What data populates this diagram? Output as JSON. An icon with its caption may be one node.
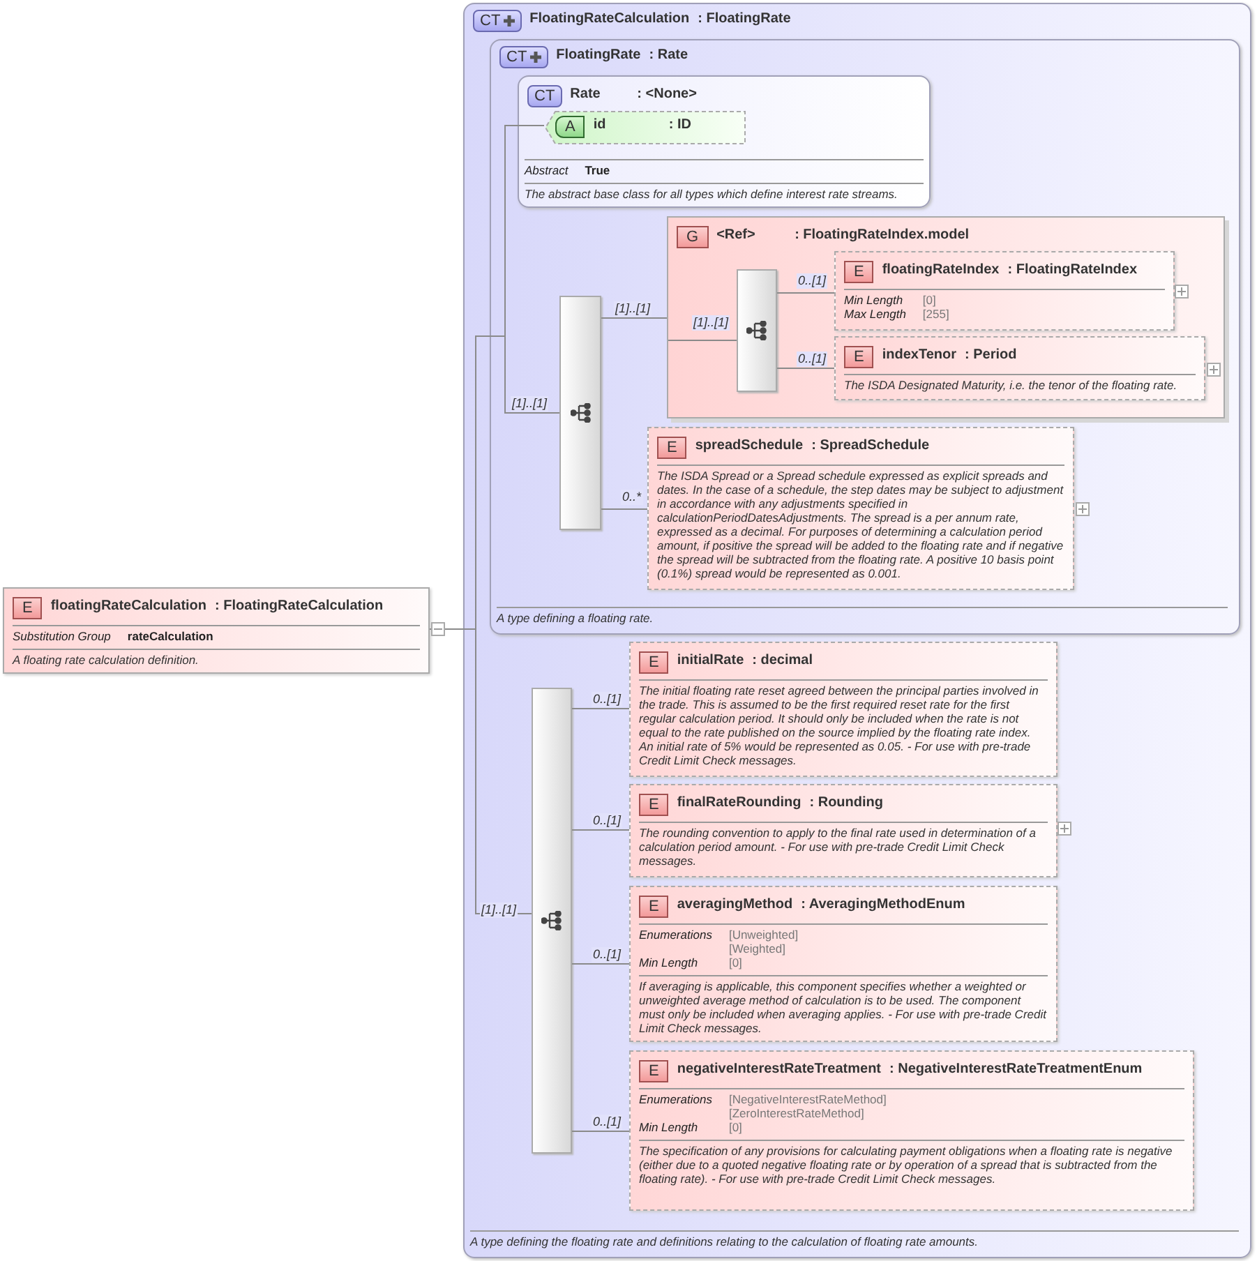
{
  "diagram": {
    "nodes": [
      {
        "text": [
          "E",
          "floatingRateCalculation",
          ": FloatingRateCalculation",
          "Substitution Group",
          "rateCalculation",
          "A floating rate calculation definition."
        ]
      },
      {
        "text": [
          "CT",
          "FloatingRateCalculation",
          ": FloatingRate",
          "A type defining the floating rate and definitions relating to the calculation of floating rate amounts."
        ]
      },
      {
        "text": [
          "CT",
          "FloatingRate",
          ": Rate",
          "A type defining a floating rate."
        ],
        "in": 1
      },
      {
        "text": [
          "CT",
          "Rate",
          ": <None>",
          "Abstract",
          "True",
          "The abstract base class for all types which define interest rate streams."
        ],
        "in": 2
      },
      {
        "text": [
          "A",
          "id",
          ": ID"
        ],
        "in": 3
      },
      {
        "text": [],
        "shape": "bar",
        "in": 2
      },
      {
        "text": [
          "G",
          "<Ref>",
          ": FloatingRateIndex.model"
        ],
        "in": 2
      },
      {
        "text": [],
        "shape": "bar",
        "in": 6
      },
      {
        "text": [
          "E",
          "floatingRateIndex",
          ": FloatingRateIndex",
          "Min Length",
          "[0]",
          "Max Length",
          "[255]"
        ],
        "in": 6
      },
      {
        "text": [
          "E",
          "indexTenor",
          ": Period",
          "The ISDA Designated Maturity, i.e. the tenor of the floating rate."
        ],
        "in": 6
      },
      {
        "text": [
          "E",
          "spreadSchedule",
          ": SpreadSchedule",
          "The ISDA Spread or a Spread schedule expressed as explicit spreads and dates. In the case of a schedule, the step dates may be subject to adjustment in accordance with any adjustments specified in calculationPeriodDatesAdjustments. The spread is a per annum rate, expressed as a decimal. For purposes of determining a calculation period amount, if positive the spread will be added to the floating rate and if negative the spread will be subtracted from the floating rate. A positive 10 basis point (0.1%) spread would be represented as 0.001."
        ],
        "in": 2
      },
      {
        "text": [],
        "shape": "bar",
        "in": 1
      },
      {
        "text": [
          "E",
          "initialRate",
          ": decimal",
          "The initial floating rate reset agreed between the principal parties involved in the trade. This is assumed to be the first required reset rate for the first regular calculation period. It should only be included when the rate is not equal to the rate published on the source implied by the floating rate index. An initial rate of 5% would be represented as 0.05. - For use with pre-trade Credit Limit Check messages."
        ],
        "in": 1
      },
      {
        "text": [
          "E",
          "finalRateRounding",
          ": Rounding",
          "The rounding convention to apply to the final rate used in determination of a calculation period amount. - For use with pre-trade Credit Limit Check messages."
        ],
        "in": 1
      },
      {
        "text": [
          "E",
          "averagingMethod",
          ": AveragingMethodEnum",
          "Enumerations",
          "[Unweighted]",
          "[Weighted]",
          "Min Length",
          "[0]",
          "If averaging is applicable, this component specifies whether a weighted or unweighted average method of calculation is to be used. The component must only be included when averaging applies. - For use with pre-trade Credit Limit Check messages."
        ],
        "in": 1
      },
      {
        "text": [
          "E",
          "negativeInterestRateTreatment",
          ": NegativeInterestRateTreatmentEnum",
          "Enumerations",
          "[NegativeInterestRateMethod]",
          "[ZeroInterestRateMethod]",
          "Min Length",
          "[0]",
          "The specification of any provisions for calculating payment obligations when a floating rate is negative (either due to a quoted negative floating rate or by operation of a spread that is subtracted from the floating rate). - For use with pre-trade Credit Limit Check messages."
        ],
        "in": 1
      }
    ],
    "edges": [
      {
        "from": 0,
        "to": 4,
        "arrow": "none"
      },
      {
        "from": 0,
        "to": 5,
        "arrow": "none",
        "label": "[1]..[1]"
      },
      {
        "from": 0,
        "to": 11,
        "arrow": "none",
        "label": "[1]..[1]"
      },
      {
        "from": 5,
        "to": 6,
        "arrow": "none",
        "label": "[1]..[1]"
      },
      {
        "from": 6,
        "to": 7,
        "arrow": "none",
        "label": "[1]..[1]"
      },
      {
        "from": 7,
        "to": 8,
        "arrow": "none",
        "label": "0..[1]"
      },
      {
        "from": 7,
        "to": 9,
        "arrow": "none",
        "label": "0..[1]"
      },
      {
        "from": 5,
        "to": 10,
        "arrow": "none",
        "label": "0..*"
      },
      {
        "from": 11,
        "to": 12,
        "arrow": "none",
        "label": "0..[1]"
      },
      {
        "from": 11,
        "to": 13,
        "arrow": "none",
        "label": "0..[1]"
      },
      {
        "from": 11,
        "to": 14,
        "arrow": "none",
        "label": "0..[1]"
      },
      {
        "from": 11,
        "to": 15,
        "arrow": "none",
        "label": "0..[1]"
      }
    ]
  }
}
